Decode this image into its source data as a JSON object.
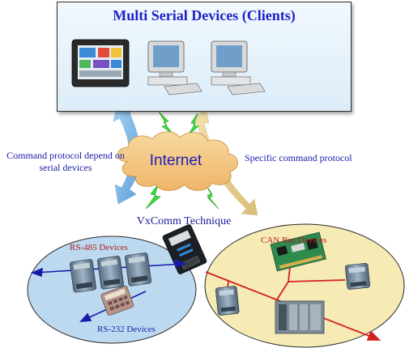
{
  "title": "Multi Serial Devices (Clients)",
  "labels": {
    "left_protocol_line1": "Command protocol depend on",
    "left_protocol_line2": "serial devices",
    "right_protocol": "Specific command protocol",
    "internet": "Internet",
    "vxcomm": "VxComm Technique",
    "rs485": "RS-485 Devices",
    "rs232": "RS-232 Devices",
    "can_bus": "CAN Bus Devices"
  },
  "colors": {
    "title_text": "#1f1fc8",
    "label_text": "#1a1aa8",
    "device_label_red": "#b02020",
    "left_arrow": "#7fb8e8",
    "right_arrow": "#e6d49a",
    "cloud": "#f3c47e",
    "lightning": "#3ee63e",
    "rs_ellipse": "#b8d8f0",
    "can_ellipse": "#f5eab4",
    "can_bus_line": "#d42020",
    "rs485_line": "#1a1aa8"
  },
  "icons": [
    "touch-panel-icon",
    "desktop-computer-icon",
    "cloud-icon",
    "lightning-icon",
    "serial-server-icon",
    "io-module-icon",
    "keypad-terminal-icon",
    "can-card-icon",
    "plc-rack-icon"
  ]
}
